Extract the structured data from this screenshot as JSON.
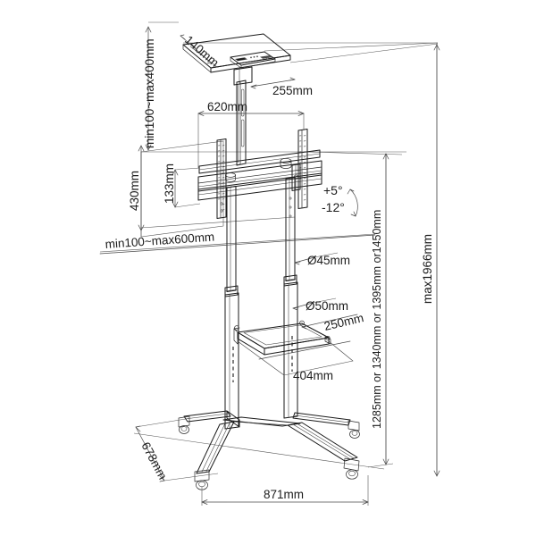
{
  "drawing": {
    "title": "Mobile TV cart dimensioned technical drawing",
    "background_color": "#ffffff",
    "line_color": "#1a1a1a",
    "text_color": "#1c1c1c"
  },
  "dimensions": {
    "camera_shelf_depth": "140mm",
    "camera_shelf_width": "255mm",
    "vesa_width": "620mm",
    "vesa_height": "430mm",
    "bracket_rail_spacing": "133mm",
    "top_shelf_travel": "min100~max400mm",
    "bracket_travel": "min100~max600mm",
    "upper_tube_diameter": "Ø45mm",
    "lower_tube_diameter": "Ø50mm",
    "av_shelf_depth": "250mm",
    "av_shelf_width": "404mm",
    "base_depth": "678mm",
    "base_width": "871mm",
    "tv_center_heights": "1285mm or 1340mm or 1395mm or1450mm",
    "overall_max_height": "max1966mm"
  },
  "angles": {
    "tilt_up": "+5°",
    "tilt_down": "-12°"
  },
  "parts": {
    "camera_shelf": "camera-shelf",
    "camera_device": "camera-device",
    "vesa_bracket": "vesa-bracket",
    "display_panel": "display-panel",
    "upright_columns": "upright-columns",
    "av_shelf": "av-shelf",
    "base_legs": "base-legs",
    "casters": "casters"
  }
}
